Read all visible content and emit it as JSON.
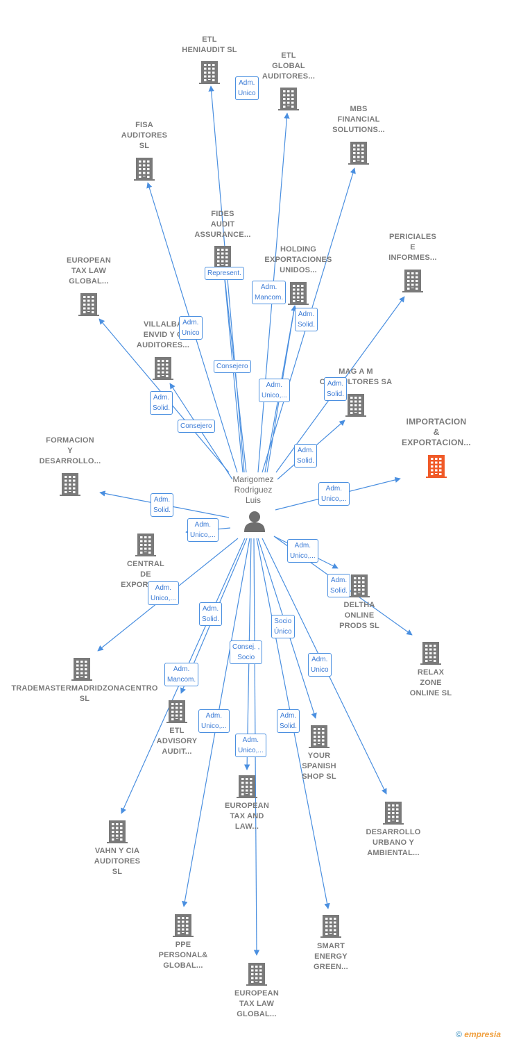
{
  "colors": {
    "edge": "#4a8fe0",
    "building": "#7a7a7a",
    "focus_building": "#f05a28",
    "person": "#6e6e6e"
  },
  "person": {
    "name": "Marigomez\nRodriguez\nLuis",
    "icon": "person-icon"
  },
  "companies": [
    {
      "id": "etl-heniaudit",
      "label": "ETL\nHENIAUDIT  SL"
    },
    {
      "id": "etl-global",
      "label": "ETL\nGLOBAL\nAUDITORES..."
    },
    {
      "id": "mbs",
      "label": "MBS\nFINANCIAL\nSOLUTIONS..."
    },
    {
      "id": "fisa",
      "label": "FISA\nAUDITORES\nSL"
    },
    {
      "id": "fides",
      "label": "FIDES\nAUDIT\nASSURANCE..."
    },
    {
      "id": "holding",
      "label": "HOLDING\nEXPORTACIONES\nUNIDOS..."
    },
    {
      "id": "periciales",
      "label": "PERICIALES\nE\nINFORMES..."
    },
    {
      "id": "european-tax-law-global-1",
      "label": "EUROPEAN\nTAX LAW\nGLOBAL..."
    },
    {
      "id": "villalba",
      "label": "VILLALBA\nENVID Y C\nAUDITORES..."
    },
    {
      "id": "magam",
      "label": "MAG A M\nCONSULTORES SA"
    },
    {
      "id": "importacion",
      "label": "IMPORTACION\n&\nEXPORTACION...",
      "focus": true
    },
    {
      "id": "formacion",
      "label": "FORMACION\nY\nDESARROLLO..."
    },
    {
      "id": "central",
      "label": "CENTRAL\nDE\nEXPORTAC..."
    },
    {
      "id": "deltha",
      "label": "DELTHA\nONLINE\nPRODS  SL"
    },
    {
      "id": "relax",
      "label": "RELAX\nZONE\nONLINE  SL"
    },
    {
      "id": "trademaster",
      "label": "TRADEMASTERMADRIDZONACENTRO\nSL"
    },
    {
      "id": "etl-advisory",
      "label": "ETL\nADVISORY\nAUDIT..."
    },
    {
      "id": "your-spanish",
      "label": "YOUR\nSPANISH\nSHOP  SL"
    },
    {
      "id": "european-tax-and-law",
      "label": "EUROPEAN\nTAX AND\nLAW..."
    },
    {
      "id": "desarrollo-urbano",
      "label": "DESARROLLO\nURBANO Y\nAMBIENTAL..."
    },
    {
      "id": "vahn",
      "label": "VAHN Y CIA\nAUDITORES\nSL"
    },
    {
      "id": "ppe",
      "label": "PPE\nPERSONAL&\nGLOBAL..."
    },
    {
      "id": "smart-energy",
      "label": "SMART\nENERGY\nGREEN..."
    },
    {
      "id": "european-tax-law-global-2",
      "label": "EUROPEAN\nTAX LAW\nGLOBAL..."
    }
  ],
  "relations": [
    {
      "target": "etl-heniaudit",
      "label": "Adm.\nUnico"
    },
    {
      "target": "etl-global",
      "label": "Adm.\nUnico"
    },
    {
      "target": "mbs",
      "label": "Adm.\nSolid."
    },
    {
      "target": "fisa",
      "label": "Adm.\nUnico"
    },
    {
      "target": "fides",
      "label": "Represent."
    },
    {
      "target": "holding",
      "label": "Adm.\nMancom."
    },
    {
      "target": "fides",
      "label": "Consejero"
    },
    {
      "target": "holding",
      "label": "Adm.\nUnico,..."
    },
    {
      "target": "periciales",
      "label": "Adm.\nSolid."
    },
    {
      "target": "european-tax-law-global-1",
      "label": "Adm.\nSolid."
    },
    {
      "target": "villalba",
      "label": "Consejero"
    },
    {
      "target": "magam",
      "label": "Adm.\nSolid."
    },
    {
      "target": "importacion",
      "label": "Adm.\nUnico,..."
    },
    {
      "target": "formacion",
      "label": "Adm.\nSolid."
    },
    {
      "target": "central",
      "label": "Adm.\nUnico,..."
    },
    {
      "target": "deltha",
      "label": "Adm.\nUnico,..."
    },
    {
      "target": "relax",
      "label": "Adm.\nSolid."
    },
    {
      "target": "trademaster",
      "label": "Adm.\nUnico,..."
    },
    {
      "target": "etl-advisory",
      "label": "Adm.\nSolid."
    },
    {
      "target": "your-spanish",
      "label": "Socio\nÚnico"
    },
    {
      "target": "european-tax-and-law",
      "label": "Consej. ,\nSocio"
    },
    {
      "target": "desarrollo-urbano",
      "label": "Adm.\nUnico"
    },
    {
      "target": "vahn",
      "label": "Adm.\nMancom."
    },
    {
      "target": "ppe",
      "label": "Adm.\nUnico,..."
    },
    {
      "target": "smart-energy",
      "label": "Adm.\nSolid."
    },
    {
      "target": "european-tax-law-global-2",
      "label": "Adm.\nUnico,..."
    }
  ],
  "footer": {
    "copyright": "©",
    "brand_initial": "e",
    "brand_rest": "mpresia"
  }
}
